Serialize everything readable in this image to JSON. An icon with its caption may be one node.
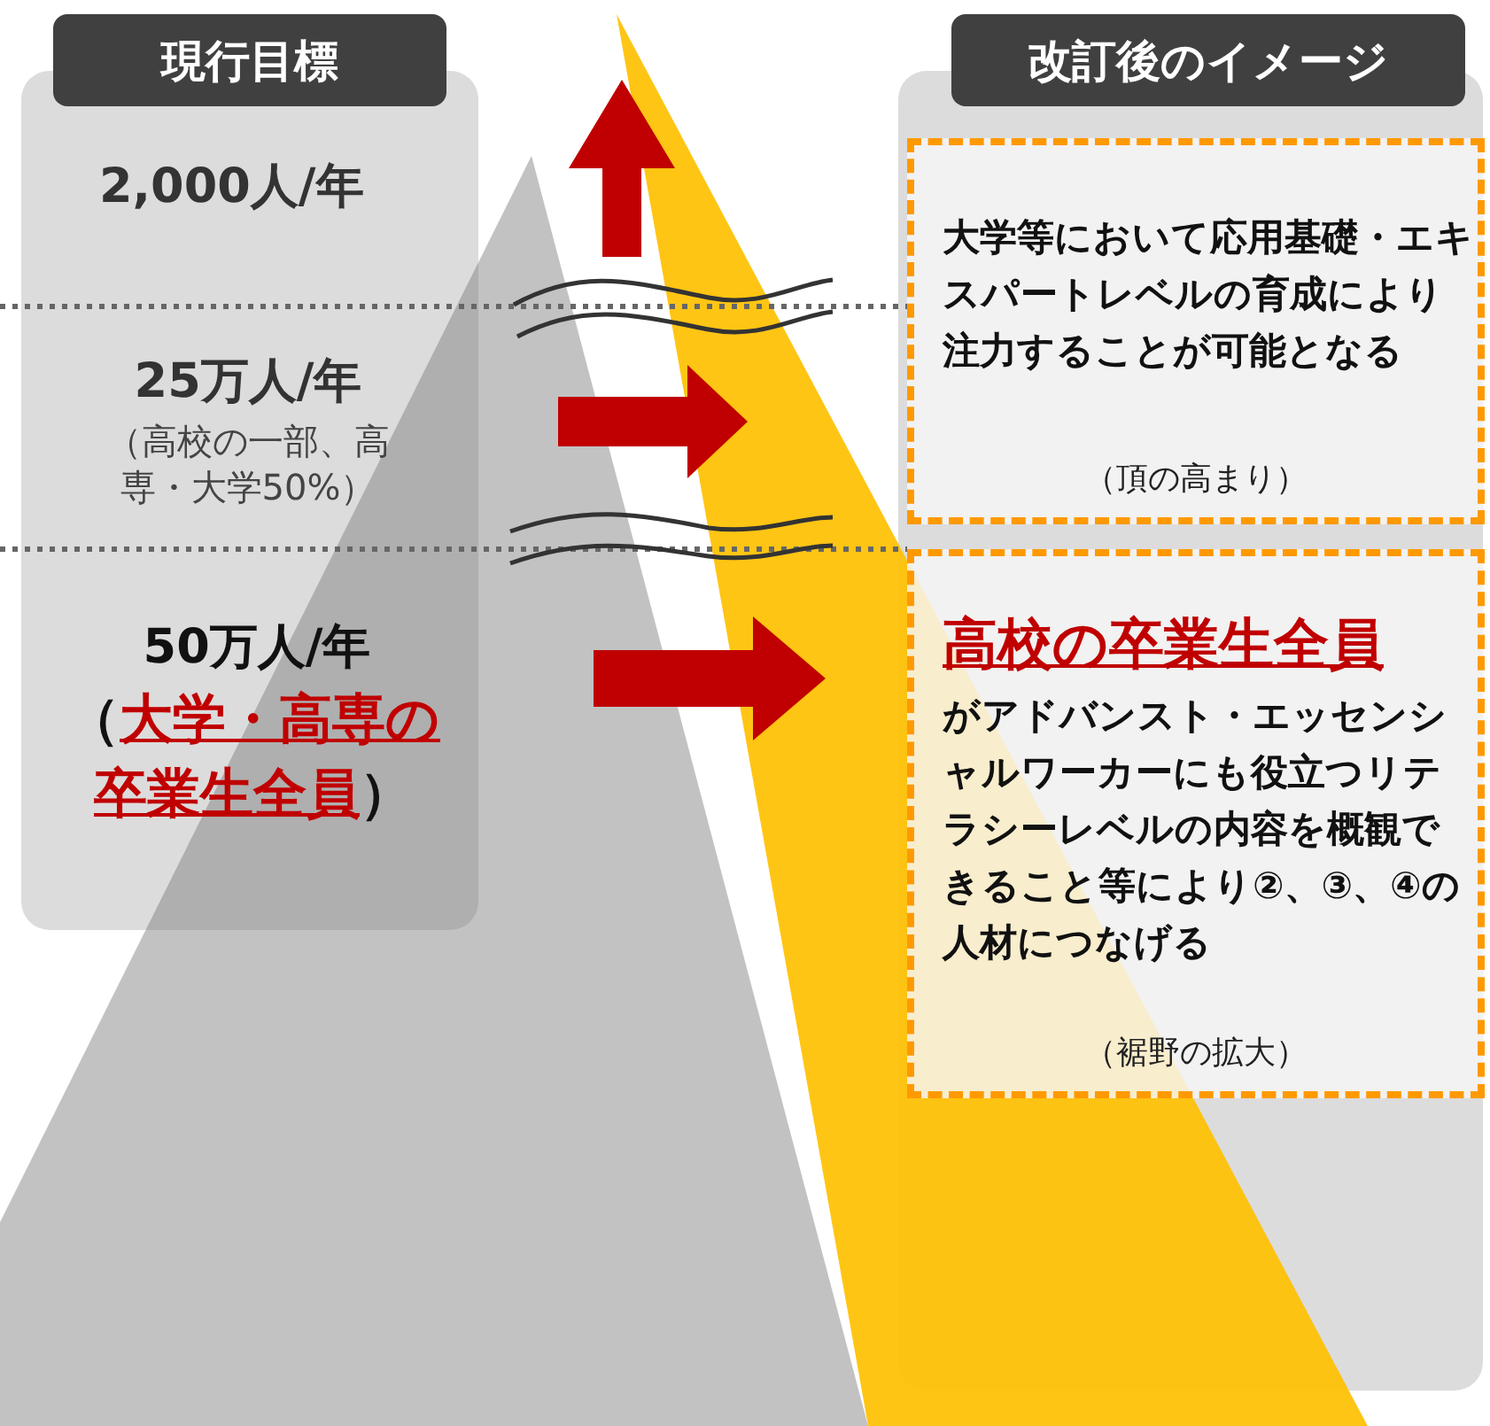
{
  "diagram": {
    "nodes": [
      {
        "text": [
          "現行目標"
        ]
      },
      {
        "text": [
          "2,000人/年"
        ],
        "in": 0
      },
      {
        "text": [
          "25万人/年",
          "（高校の一部、高専・大学50%）"
        ],
        "in": 0
      },
      {
        "text": [
          "50万人/年",
          "（**大学・高専の卒業生全員**）"
        ],
        "in": 0
      },
      {
        "text": [
          "改訂後のイメージ"
        ]
      },
      {
        "text": [
          "大学等において応用基礎・エキスパートレベルの育成により注力することが可能となる",
          "（頂の高まり）"
        ],
        "in": 4
      },
      {
        "text": [
          "高校の卒業生全員",
          "がアドバンスト・エッセンシャルワーカーにも役立つリテラシーレベルの内容を概観できること等により②、③、④の人材につなげる",
          "（裾野の拡大）"
        ],
        "in": 4
      }
    ]
  }
}
